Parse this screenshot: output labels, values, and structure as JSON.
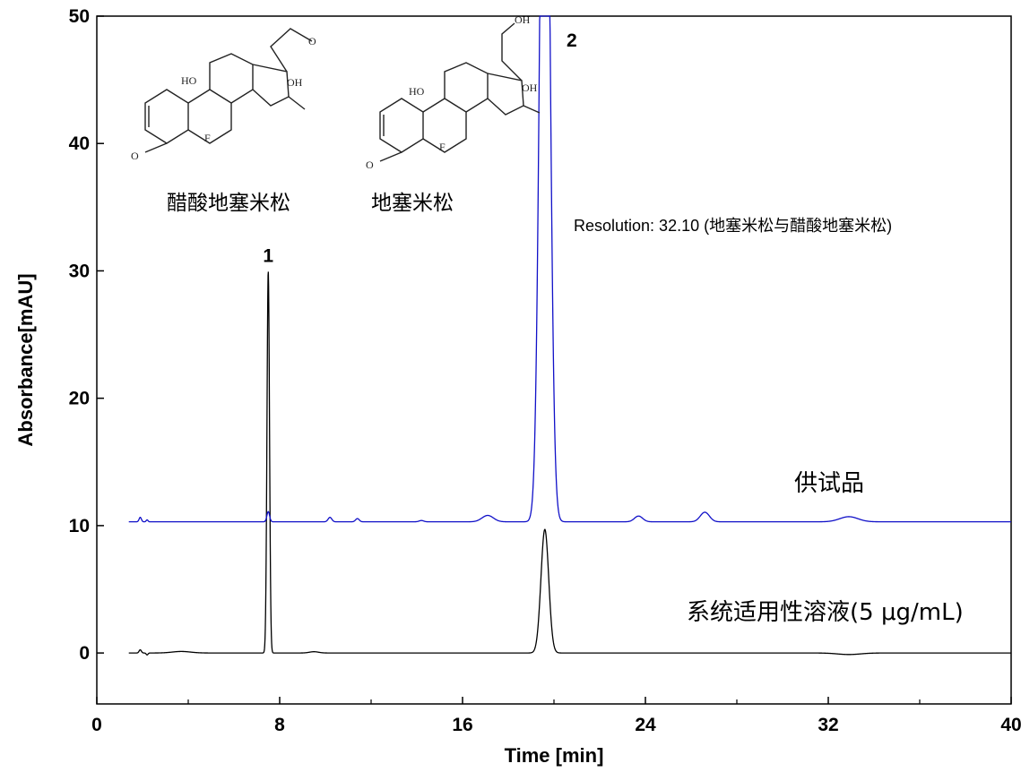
{
  "chart_data": {
    "type": "line",
    "xlabel": "Time [min]",
    "ylabel": "Absorbance[mAU]",
    "xlim": [
      0,
      40
    ],
    "ylim": [
      -4,
      50
    ],
    "xticks": [
      0,
      8,
      16,
      24,
      32,
      40
    ],
    "yticks": [
      0,
      10,
      20,
      30,
      40,
      50
    ],
    "grid": false,
    "peak_labels": [
      {
        "label": "1",
        "x": 7.5,
        "y": 30.0
      },
      {
        "label": "2",
        "x": 19.6,
        "y": 50.0
      }
    ],
    "resolution_note": "Resolution: 32.10 (地塞米松与醋酸地塞米松)",
    "compound_labels": [
      "醋酸地塞米松",
      "地塞米松"
    ],
    "series": [
      {
        "name": "系统适用性溶液(5 μg/mL)",
        "color": "#000000",
        "baseline": 0,
        "peaks": [
          {
            "rt": 1.9,
            "height": 0.25,
            "width": 0.05
          },
          {
            "rt": 2.2,
            "height": -0.15,
            "width": 0.04
          },
          {
            "rt": 3.7,
            "height": 0.12,
            "width": 0.4
          },
          {
            "rt": 7.5,
            "height": 30.0,
            "width": 0.055
          },
          {
            "rt": 9.5,
            "height": 0.1,
            "width": 0.2
          },
          {
            "rt": 19.6,
            "height": 9.7,
            "width": 0.17
          },
          {
            "rt": 32.9,
            "height": -0.12,
            "width": 0.5
          }
        ]
      },
      {
        "name": "供试品",
        "color": "#1010c8",
        "baseline": 10.3,
        "peaks": [
          {
            "rt": 1.9,
            "height": 0.35,
            "width": 0.05
          },
          {
            "rt": 2.2,
            "height": 0.15,
            "width": 0.04
          },
          {
            "rt": 7.5,
            "height": 0.8,
            "width": 0.06
          },
          {
            "rt": 10.2,
            "height": 0.35,
            "width": 0.08
          },
          {
            "rt": 11.4,
            "height": 0.25,
            "width": 0.08
          },
          {
            "rt": 14.2,
            "height": 0.1,
            "width": 0.1
          },
          {
            "rt": 17.1,
            "height": 0.5,
            "width": 0.25
          },
          {
            "rt": 19.6,
            "height": 75.0,
            "width": 0.2
          },
          {
            "rt": 23.7,
            "height": 0.45,
            "width": 0.18
          },
          {
            "rt": 26.6,
            "height": 0.75,
            "width": 0.2
          },
          {
            "rt": 32.9,
            "height": 0.4,
            "width": 0.4
          }
        ]
      }
    ]
  }
}
